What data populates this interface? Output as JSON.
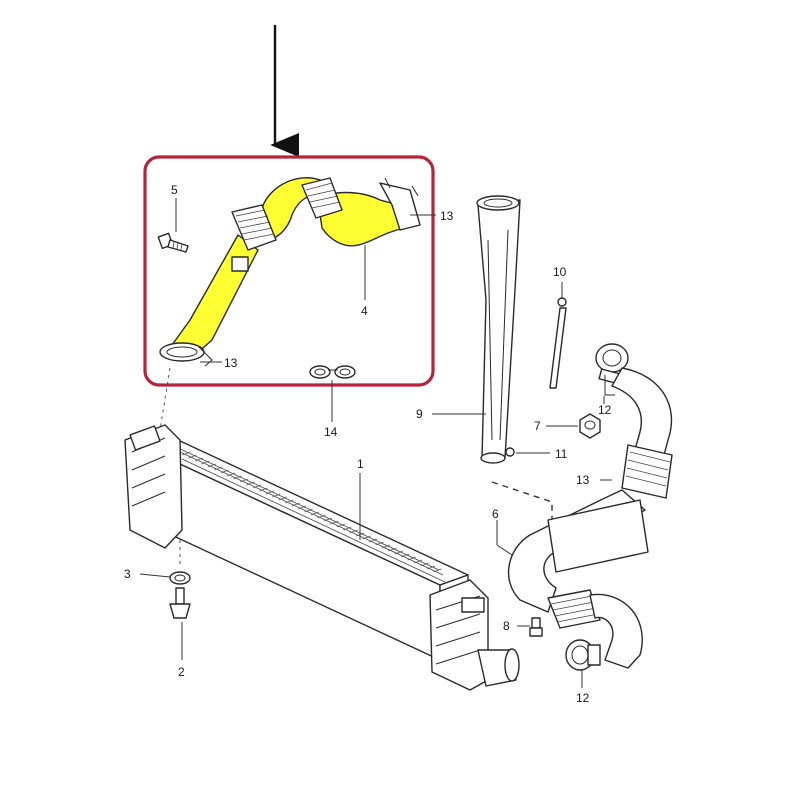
{
  "highlight": {
    "frame_color": "#b5243a",
    "part_color": "#ffff33"
  },
  "callouts": {
    "c1": "1",
    "c2": "2",
    "c3": "3",
    "c4": "4",
    "c5": "5",
    "c6": "6",
    "c7": "7",
    "c8": "8",
    "c9": "9",
    "c10": "10",
    "c11": "11",
    "c12a": "12",
    "c12b": "12",
    "c13a": "13",
    "c13b": "13",
    "c13c": "13",
    "c14": "14"
  }
}
